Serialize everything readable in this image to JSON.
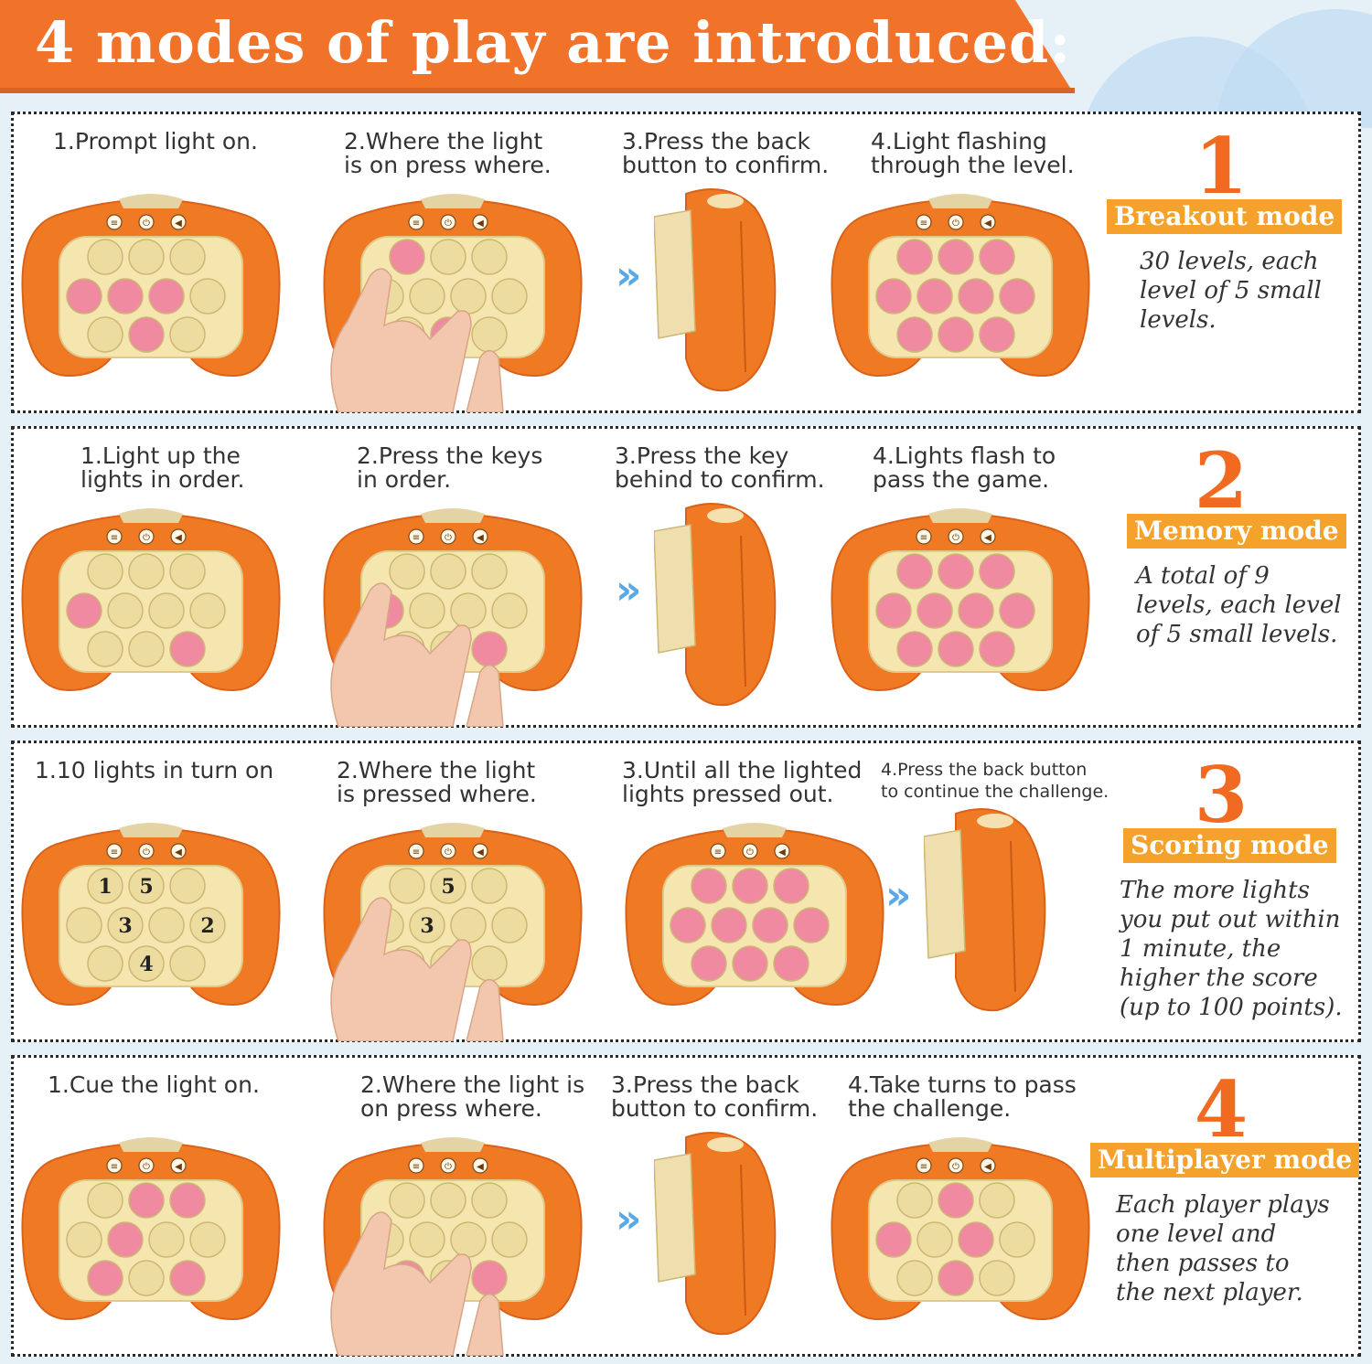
{
  "header": {
    "title": "4 modes of play are introduced:"
  },
  "panels": [
    {
      "steps": [
        "1.Prompt light on.",
        "2.Where the light\nis on press where.",
        "3.Press the back\nbutton to confirm.",
        "4.Light flashing\nthrough the level."
      ],
      "mode_number": "1",
      "mode_name": "Breakout mode",
      "mode_desc": "30 levels, each level of 5 small levels."
    },
    {
      "steps": [
        "1.Light up the\nlights in order.",
        "2.Press the keys\nin order.",
        "3.Press the key\nbehind to confirm.",
        "4.Lights flash to\npass the game."
      ],
      "mode_number": "2",
      "mode_name": "Memory mode",
      "mode_desc": "A total of 9 levels, each level of 5 small levels."
    },
    {
      "steps": [
        "1.10 lights in turn on",
        "2.Where the light\nis pressed where.",
        "3.Until all the lighted\nlights pressed out.",
        "4.Press the back button\nto continue the challenge."
      ],
      "mode_number": "3",
      "mode_name": "Scoring mode",
      "mode_desc": "The more lights you put out within 1 minute, the higher the score (up to 100 points).",
      "button_numbers": [
        "1",
        "5",
        "3",
        "2",
        "4"
      ]
    },
    {
      "steps": [
        "1.Cue the light on.",
        "2.Where the light is\non press where.",
        "3.Press the back\nbutton to confirm.",
        "4.Take turns to pass\nthe challenge."
      ],
      "mode_number": "4",
      "mode_name": "Multiplayer mode",
      "mode_desc": "Each player plays one level and then passes to the next player."
    }
  ],
  "colors": {
    "banner": "#f1732a",
    "device": "#f07a23",
    "pad": "#f5e6b0",
    "button_off": "#ecdca0",
    "button_lit": "#f08aa0",
    "mode_accent": "#f06a21",
    "mode_badge": "#f5a22c",
    "arrow": "#5aa8e6"
  },
  "icons": [
    "menu-icon",
    "power-icon",
    "sound-icon",
    "double-chevron-right-icon",
    "hand-icon"
  ]
}
